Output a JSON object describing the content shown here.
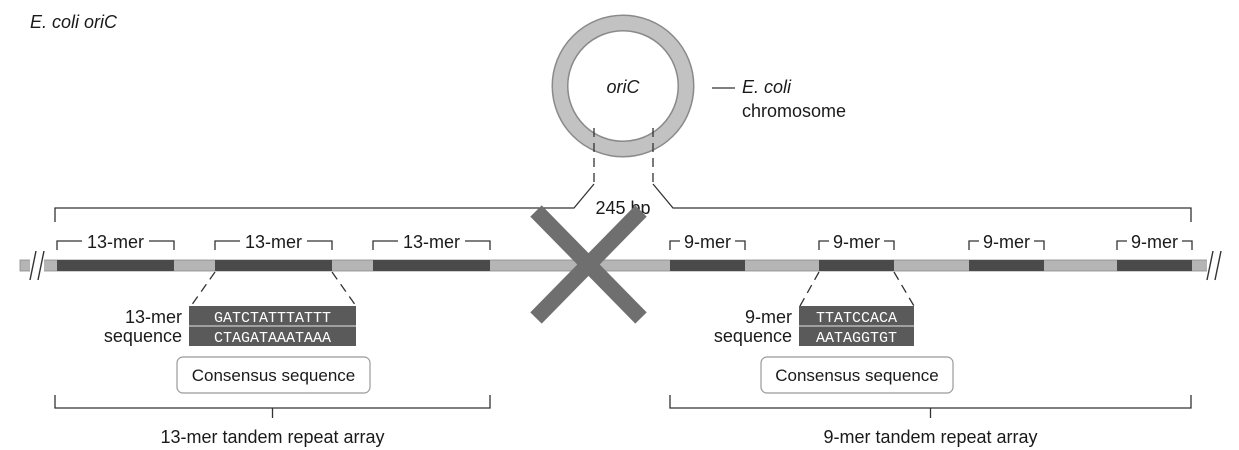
{
  "title": "E. coli oriC",
  "chromosome": {
    "circle_label": "oriC",
    "side_label_line1": "E. coli",
    "side_label_line2": "chromosome"
  },
  "region_length": "245 bp",
  "thirteen_mer": {
    "block_labels": [
      "13-mer",
      "13-mer",
      "13-mer"
    ],
    "sequence_label_line1": "13-mer",
    "sequence_label_line2": "sequence",
    "top_strand": "GATCTATTTATTT",
    "bottom_strand": "CTAGATAAATAAA",
    "consensus_label": "Consensus sequence",
    "array_label": "13-mer tandem repeat array"
  },
  "nine_mer": {
    "block_labels": [
      "9-mer",
      "9-mer",
      "9-mer",
      "9-mer"
    ],
    "sequence_label_line1": "9-mer",
    "sequence_label_line2": "sequence",
    "top_strand": "TTATCCACA",
    "bottom_strand": "AATAGGTGT",
    "consensus_label": "Consensus sequence",
    "array_label": "9-mer tandem repeat array"
  },
  "colors": {
    "dna_strand": "#b5b5b5",
    "repeat_block": "#4a4a4a",
    "sequence_box": "#5a5a5a",
    "cross": "#6f6f6f",
    "circle": "#b8b8b8",
    "line": "#333333"
  }
}
